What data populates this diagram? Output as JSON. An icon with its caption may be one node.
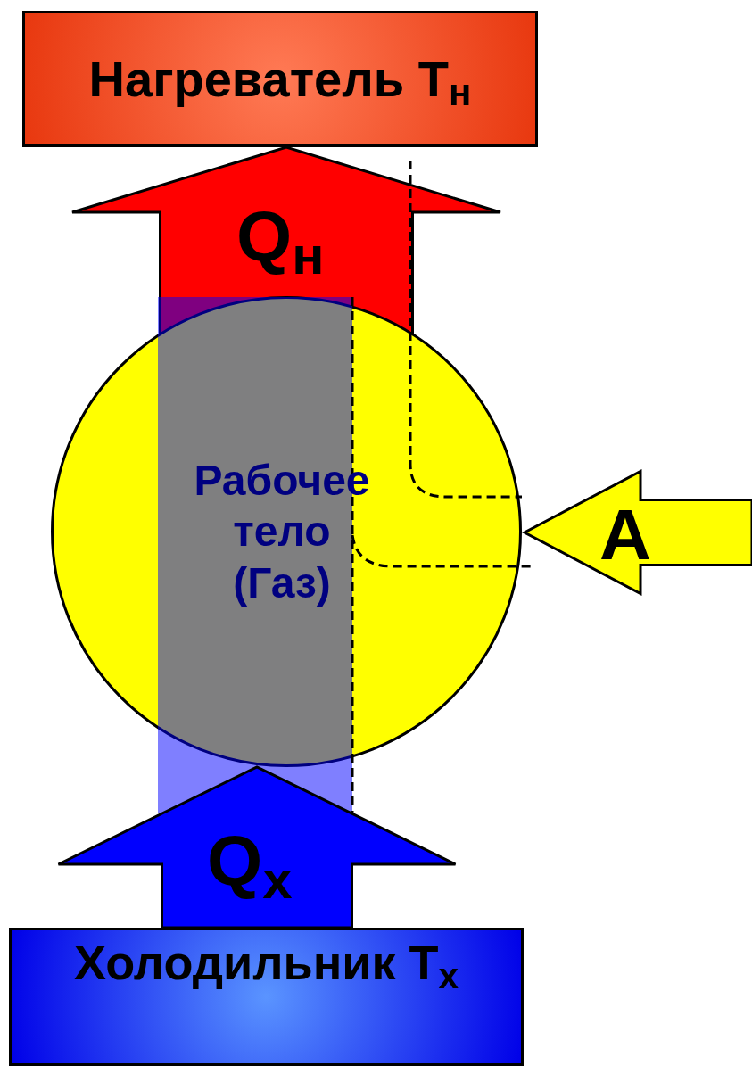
{
  "diagram": {
    "nodes": [
      {
        "text": [
          "Нагреватель T$_{н}$"
        ]
      },
      {
        "text": [
          "Рабочее тело (Газ)"
        ]
      },
      {
        "text": [
          "Холодильник T$_{х}$"
        ]
      }
    ],
    "edges": [
      {
        "from": 1,
        "to": 0,
        "arrow": "to",
        "label": "Q$_{н}$",
        "color": "#ff0000"
      },
      {
        "from": 2,
        "to": 1,
        "arrow": "to",
        "label": "Q$_{х}$",
        "color": "#0000ff"
      },
      {
        "from": null,
        "to": 1,
        "arrow": "to",
        "label": "A",
        "color": "#ffff00"
      }
    ]
  }
}
